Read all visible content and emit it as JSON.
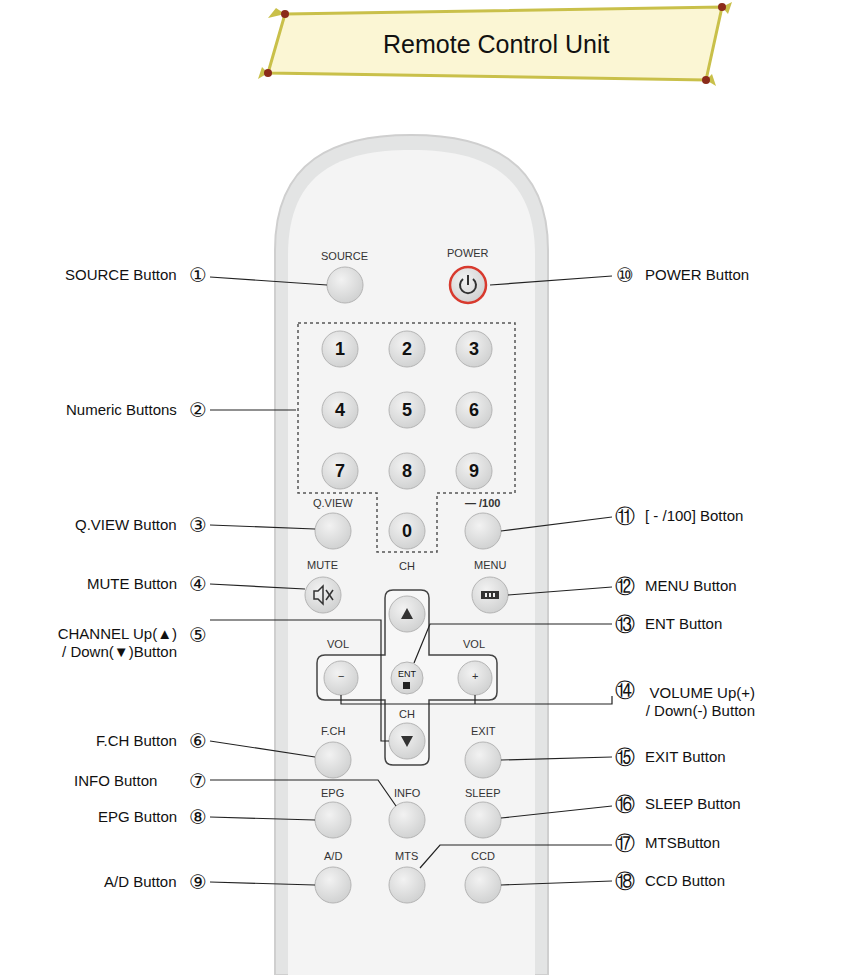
{
  "diagram": {
    "title": "Remote Control Unit",
    "nodes": [
      {
        "text": [
          "1"
        ]
      },
      {
        "text": [
          "2"
        ]
      },
      {
        "text": [
          "3"
        ]
      },
      {
        "text": [
          "4"
        ]
      },
      {
        "text": [
          "5"
        ]
      },
      {
        "text": [
          "6"
        ]
      },
      {
        "text": [
          "7"
        ]
      },
      {
        "text": [
          "8"
        ]
      },
      {
        "text": [
          "9"
        ]
      },
      {
        "text": [
          "0"
        ]
      },
      {
        "text": [
          "ENT"
        ]
      }
    ],
    "labels": [
      "SOURCE",
      "POWER",
      "Q.VIEW",
      "— /100",
      "MUTE",
      "MENU",
      "CH",
      "VOL",
      "VOL",
      "−",
      "+",
      "CH",
      "F.CH",
      "EXIT",
      "EPG",
      "INFO",
      "SLEEP",
      "A/D",
      "MTS",
      "CCD",
      "SOURCE Button",
      "①",
      "Numeric Buttons",
      "②",
      "Q.VIEW Button",
      "③",
      "MUTE Button",
      "④",
      "CHANNEL Up(▲) / Down(▼)Button",
      "⑤",
      "F.CH Button",
      "⑥",
      "INFO Button",
      "⑦",
      "EPG Button",
      "⑧",
      "A/D Button",
      "⑨",
      "⑩",
      "POWER Button",
      "⑪",
      "[ - /100] Botton",
      "⑫",
      "MENU Button",
      "⑬",
      "ENT Button",
      "⑭",
      "VOLUME Up(+) / Down(-) Button",
      "⑮",
      "EXIT Button",
      "⑯",
      "SLEEP Button",
      "⑰",
      "MTSButton",
      "⑱",
      "CCD Button"
    ]
  }
}
